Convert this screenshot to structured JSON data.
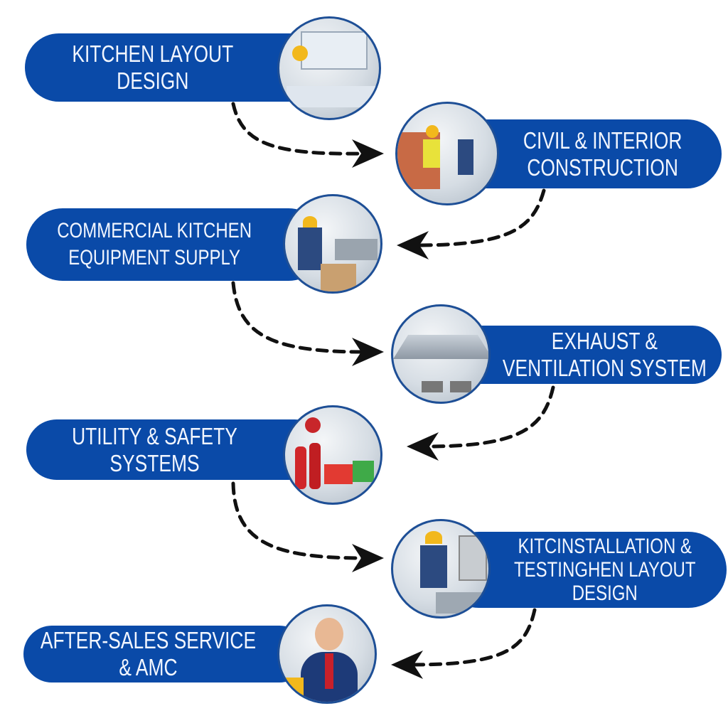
{
  "colors": {
    "pill": "#0a4aa8",
    "text": "#f2f6ff",
    "arrow": "#111111"
  },
  "steps": [
    {
      "lines": [
        "Kitchen Layout",
        "Design"
      ],
      "icon": "kitchen-design-illustration"
    },
    {
      "lines": [
        "Civil & Interior",
        "Construction"
      ],
      "icon": "construction-illustration"
    },
    {
      "lines": [
        "Commercial Kitchen",
        "Equipment Supply"
      ],
      "icon": "equipment-supply-illustration"
    },
    {
      "lines": [
        "Exhaust &",
        "Ventilation System"
      ],
      "icon": "exhaust-hood-illustration"
    },
    {
      "lines": [
        "Utility & Safety",
        "Systems"
      ],
      "icon": "fire-safety-illustration"
    },
    {
      "lines": [
        "Kitcinstallation &",
        "Testinghen Layout",
        "Design"
      ],
      "icon": "installation-testing-illustration"
    },
    {
      "lines": [
        "After-Sales Service",
        "& AMC"
      ],
      "icon": "customer-support-illustration"
    }
  ]
}
